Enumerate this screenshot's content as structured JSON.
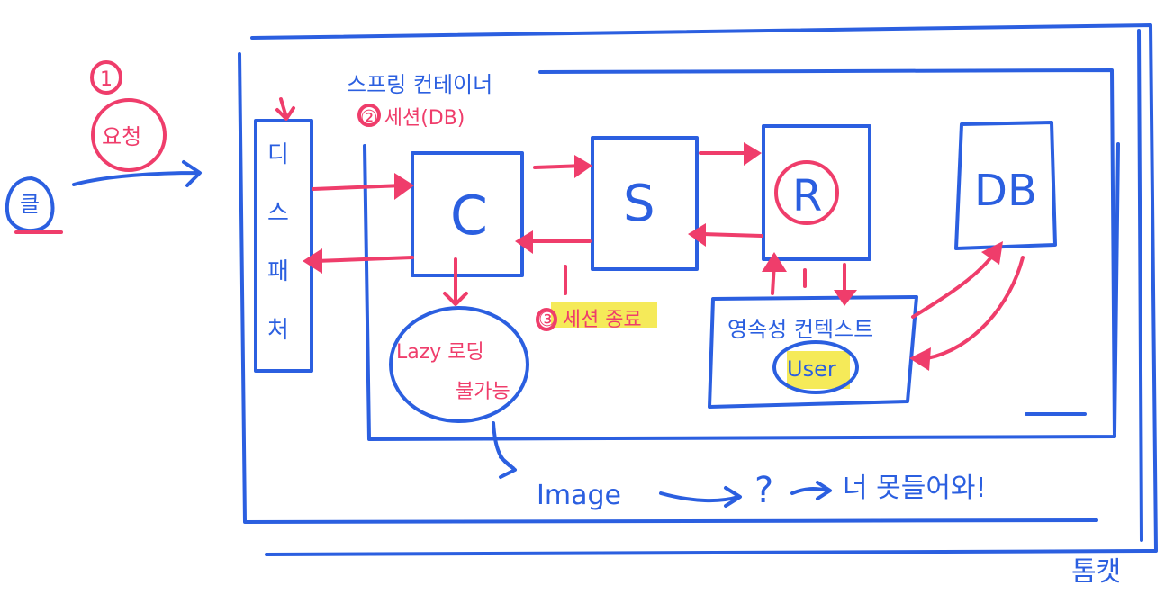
{
  "labels": {
    "client": "클",
    "step1_num": "①",
    "request": "요청",
    "spring_container": "스프링 컨테이너",
    "session_db": "② 세션(DB)",
    "dispatcher_chars": [
      "디",
      "스",
      "패",
      "처"
    ],
    "controller": "C",
    "service": "S",
    "repository": "R",
    "database": "DB",
    "session_close": "③ 세션 종료",
    "lazy_loading_line1": "Lazy 로딩",
    "lazy_loading_line2": "불가능",
    "persistence_context": "영속성 컨텍스트",
    "user": "User",
    "image": "Image",
    "question": "?",
    "you_come": "너 못들어와!",
    "tomcat": "톰캣"
  }
}
